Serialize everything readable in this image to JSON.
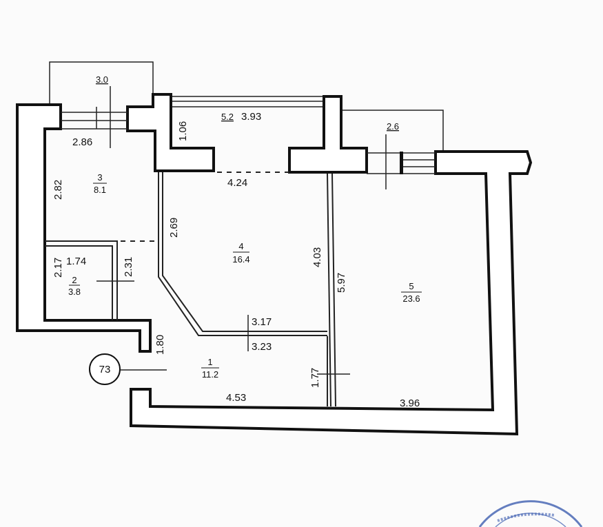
{
  "plan": {
    "apartment_marker": "73",
    "balconies": [
      {
        "area": "3.0"
      },
      {
        "area": "5.2",
        "length": "3.93",
        "depth": "1.06"
      },
      {
        "area": "2.6"
      }
    ],
    "rooms": [
      {
        "number": "1",
        "area": "11.2"
      },
      {
        "number": "2",
        "area": "3.8"
      },
      {
        "number": "3",
        "area": "8.1"
      },
      {
        "number": "4",
        "area": "16.4"
      },
      {
        "number": "5",
        "area": "23.6"
      }
    ],
    "dimensions": {
      "d286": "2.86",
      "d282": "2.82",
      "d424": "4.24",
      "d269": "2.69",
      "d403": "4.03",
      "d597": "5.97",
      "d217": "2.17",
      "d174": "1.74",
      "d231": "2.31",
      "d317": "3.17",
      "d323": "3.23",
      "d180": "1.80",
      "d453": "4.53",
      "d177": "1.77",
      "d396": "3.96"
    },
    "stamp_text": "...ництва та жит..."
  }
}
